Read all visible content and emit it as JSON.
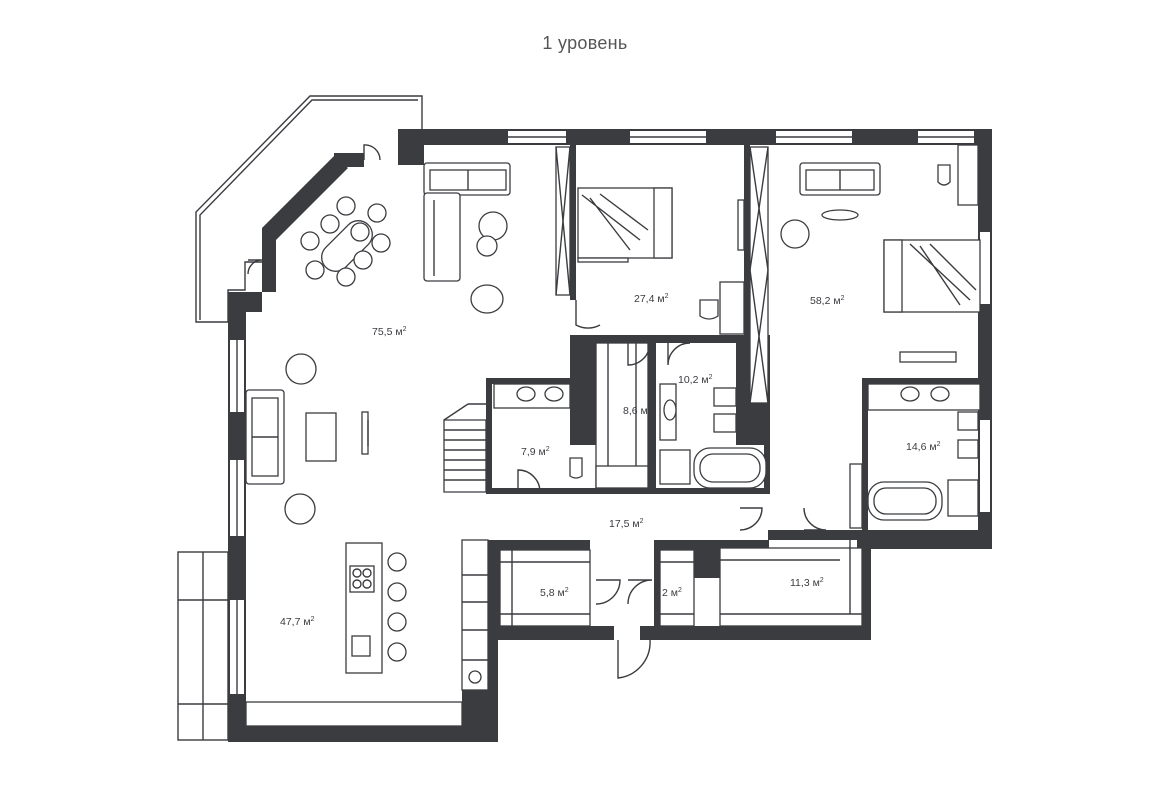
{
  "title": "1 уровень",
  "rooms": [
    {
      "id": "living",
      "area": "75,5 м"
    },
    {
      "id": "bedroom-1",
      "area": "27,4 м"
    },
    {
      "id": "bedroom-2",
      "area": "58,2 м"
    },
    {
      "id": "bath-1",
      "area": "10,2 м"
    },
    {
      "id": "wardrobe-1",
      "area": "8,6 м"
    },
    {
      "id": "wc-1",
      "area": "7,9 м"
    },
    {
      "id": "bath-2",
      "area": "14,6 м"
    },
    {
      "id": "hall",
      "area": "17,5 м"
    },
    {
      "id": "kitchen",
      "area": "47,7 м"
    },
    {
      "id": "storage",
      "area": "5,8 м"
    },
    {
      "id": "closet",
      "area": "2 м"
    },
    {
      "id": "wardrobe-2",
      "area": "11,3 м"
    }
  ],
  "area_unit_superscript": "2",
  "colors": {
    "wall": "#3b3c40",
    "background": "#ffffff",
    "text": "#555555"
  }
}
